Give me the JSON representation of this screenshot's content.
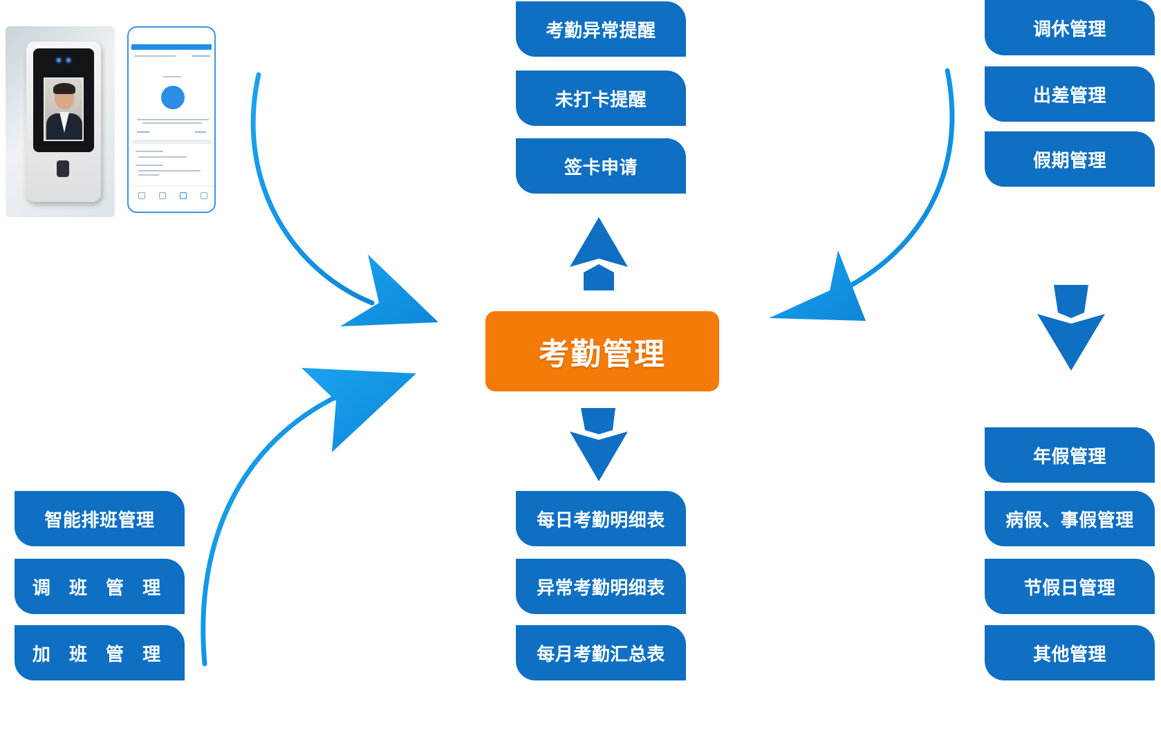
{
  "center": {
    "label": "考勤管理"
  },
  "top_group": [
    "考勤异常提醒",
    "未打卡提醒",
    "签卡申请"
  ],
  "right_top_group": [
    "调休管理",
    "出差管理",
    "假期管理"
  ],
  "left_group": [
    "智能排班管理",
    "调 班 管 理",
    "加 班 管 理"
  ],
  "bottom_group": [
    "每日考勤明细表",
    "异常考勤明细表",
    "每月考勤汇总表"
  ],
  "right_bottom_group": [
    "年假管理",
    "病假、事假管理",
    "节假日管理",
    "其他管理"
  ],
  "colors": {
    "box_blue": "#0e6fc3",
    "center_orange": "#f47b08",
    "arrow_blue": "#1493e0"
  }
}
